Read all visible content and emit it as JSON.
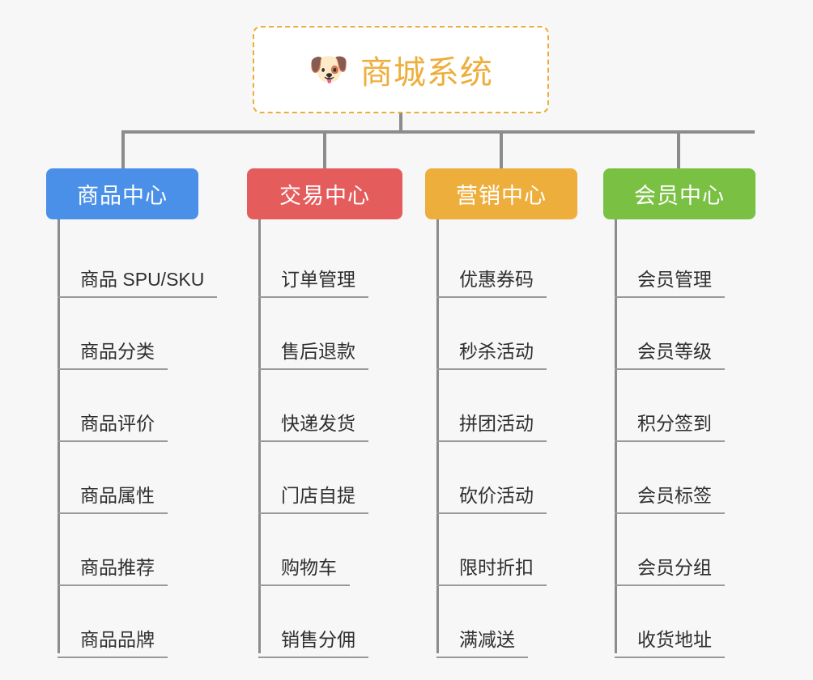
{
  "page": {
    "background_color": "#f7f7f7",
    "connector_color": "#8c8c8c"
  },
  "root": {
    "icon": "shiba-dog-emoji",
    "emoji": "🐶",
    "title": "商城系统",
    "text_color": "#eeae3c",
    "border_color": "#eeac3a"
  },
  "branches": [
    {
      "label": "商品中心",
      "color": "#4a90e8",
      "items": [
        "商品 SPU/SKU",
        "商品分类",
        "商品评价",
        "商品属性",
        "商品推荐",
        "商品品牌"
      ]
    },
    {
      "label": "交易中心",
      "color": "#e55c5c",
      "items": [
        "订单管理",
        "售后退款",
        "快递发货",
        "门店自提",
        "购物车",
        "销售分佣"
      ]
    },
    {
      "label": "营销中心",
      "color": "#eeae3c",
      "items": [
        "优惠券码",
        "秒杀活动",
        "拼团活动",
        "砍价活动",
        "限时折扣",
        "满减送"
      ]
    },
    {
      "label": "会员中心",
      "color": "#7ac143",
      "items": [
        "会员管理",
        "会员等级",
        "积分签到",
        "会员标签",
        "会员分组",
        "收货地址"
      ]
    }
  ]
}
